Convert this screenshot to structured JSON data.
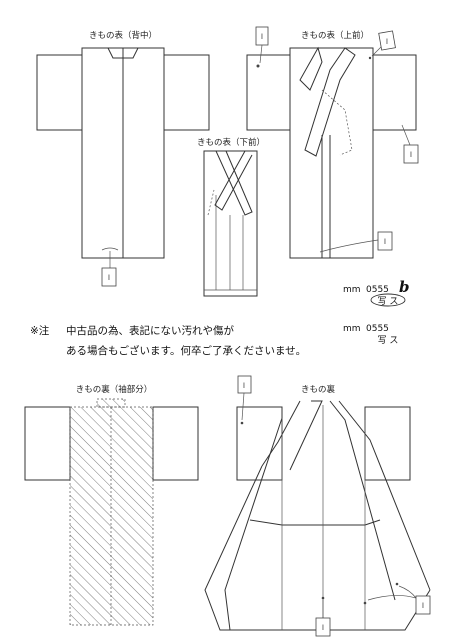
{
  "diagrams": {
    "back": {
      "caption": "きもの表（背中）"
    },
    "front_upper": {
      "caption": "きもの表（上前）"
    },
    "front_lower": {
      "caption": "きもの表（下前）"
    },
    "lining_sleeve": {
      "caption": "きもの裏（袖部分）"
    },
    "lining": {
      "caption": "きもの裏"
    }
  },
  "tag_text": "l",
  "codes": {
    "line1": {
      "prefix": "mm",
      "number": "0555",
      "handwritten": "b",
      "sub": "写 ス"
    },
    "line2": {
      "prefix": "mm",
      "number": "0555",
      "sub": "写 ス"
    }
  },
  "note": {
    "label": "※注",
    "line1": "中古品の為、表記にない汚れや傷が",
    "line2": "ある場合もございます。何卒ご了承くださいませ。"
  }
}
